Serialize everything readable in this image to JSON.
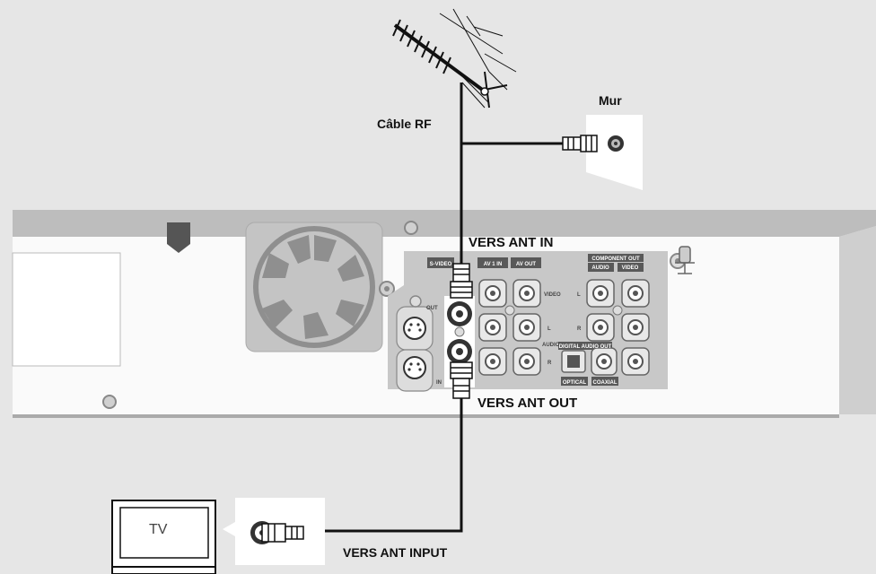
{
  "labels": {
    "wall": "Mur",
    "rf_cable": "Câble RF",
    "ant_in": "VERS ANT IN",
    "ant_out": "VERS ANT OUT",
    "ant_input": "VERS ANT INPUT",
    "tv": "TV"
  },
  "panel": {
    "s_video": "S-VIDEO",
    "out": "OUT",
    "in": "IN",
    "av1_in": "AV 1 IN",
    "av_out": "AV OUT",
    "video": "VIDEO",
    "audio": "AUDIO",
    "l": "L",
    "r": "R",
    "component_out": "COMPONENT OUT",
    "comp_audio": "AUDIO",
    "comp_video": "VIDEO",
    "digital_audio_out": "DIGITAL AUDIO OUT",
    "optical": "OPTICAL",
    "coaxial": "COAXIAL"
  },
  "colors": {
    "background": "#e6e6e6",
    "panel": "#c8c8c8",
    "cable": "#111111"
  }
}
